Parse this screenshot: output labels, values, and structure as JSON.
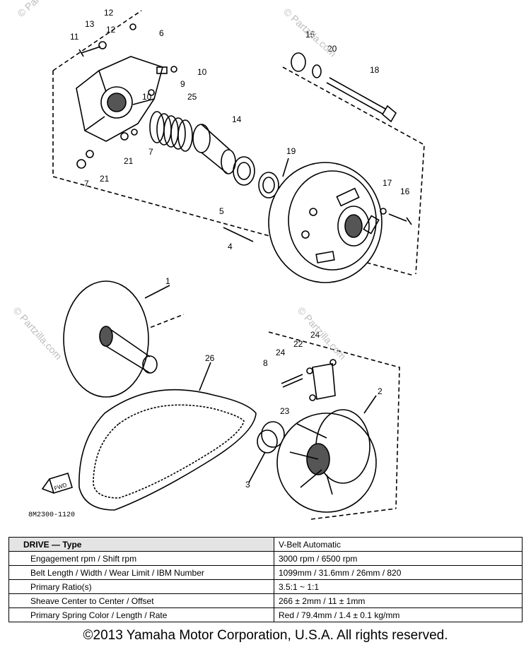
{
  "diagram": {
    "part_numbers": [
      "1",
      "2",
      "3",
      "4",
      "5",
      "6",
      "7",
      "8",
      "9",
      "10",
      "11",
      "12",
      "13",
      "14",
      "15",
      "16",
      "17",
      "18",
      "19",
      "20",
      "21",
      "22",
      "23",
      "24",
      "25",
      "26"
    ],
    "figure_code": "8M2300-1120",
    "arrow_label": "FWD",
    "watermark": "© Partzilla.com"
  },
  "spec_table": {
    "rows": [
      {
        "label": "DRIVE — Type",
        "value": "V-Belt Automatic"
      },
      {
        "label": "Engagement rpm / Shift rpm",
        "value": "3000 rpm / 6500 rpm"
      },
      {
        "label": "Belt Length / Width / Wear Limit / IBM Number",
        "value": "1099mm / 31.6mm / 26mm / 820"
      },
      {
        "label": "Primary Ratio(s)",
        "value": "3.5:1 ~ 1:1"
      },
      {
        "label": "Sheave Center to Center / Offset",
        "value": "266 ± 2mm / 11 ± 1mm"
      },
      {
        "label": "Primary Spring Color / Length / Rate",
        "value": "Red / 79.4mm / 1.4 ± 0.1 kg/mm"
      }
    ]
  },
  "copyright": "©2013 Yamaha Motor Corporation, U.S.A. All rights reserved."
}
